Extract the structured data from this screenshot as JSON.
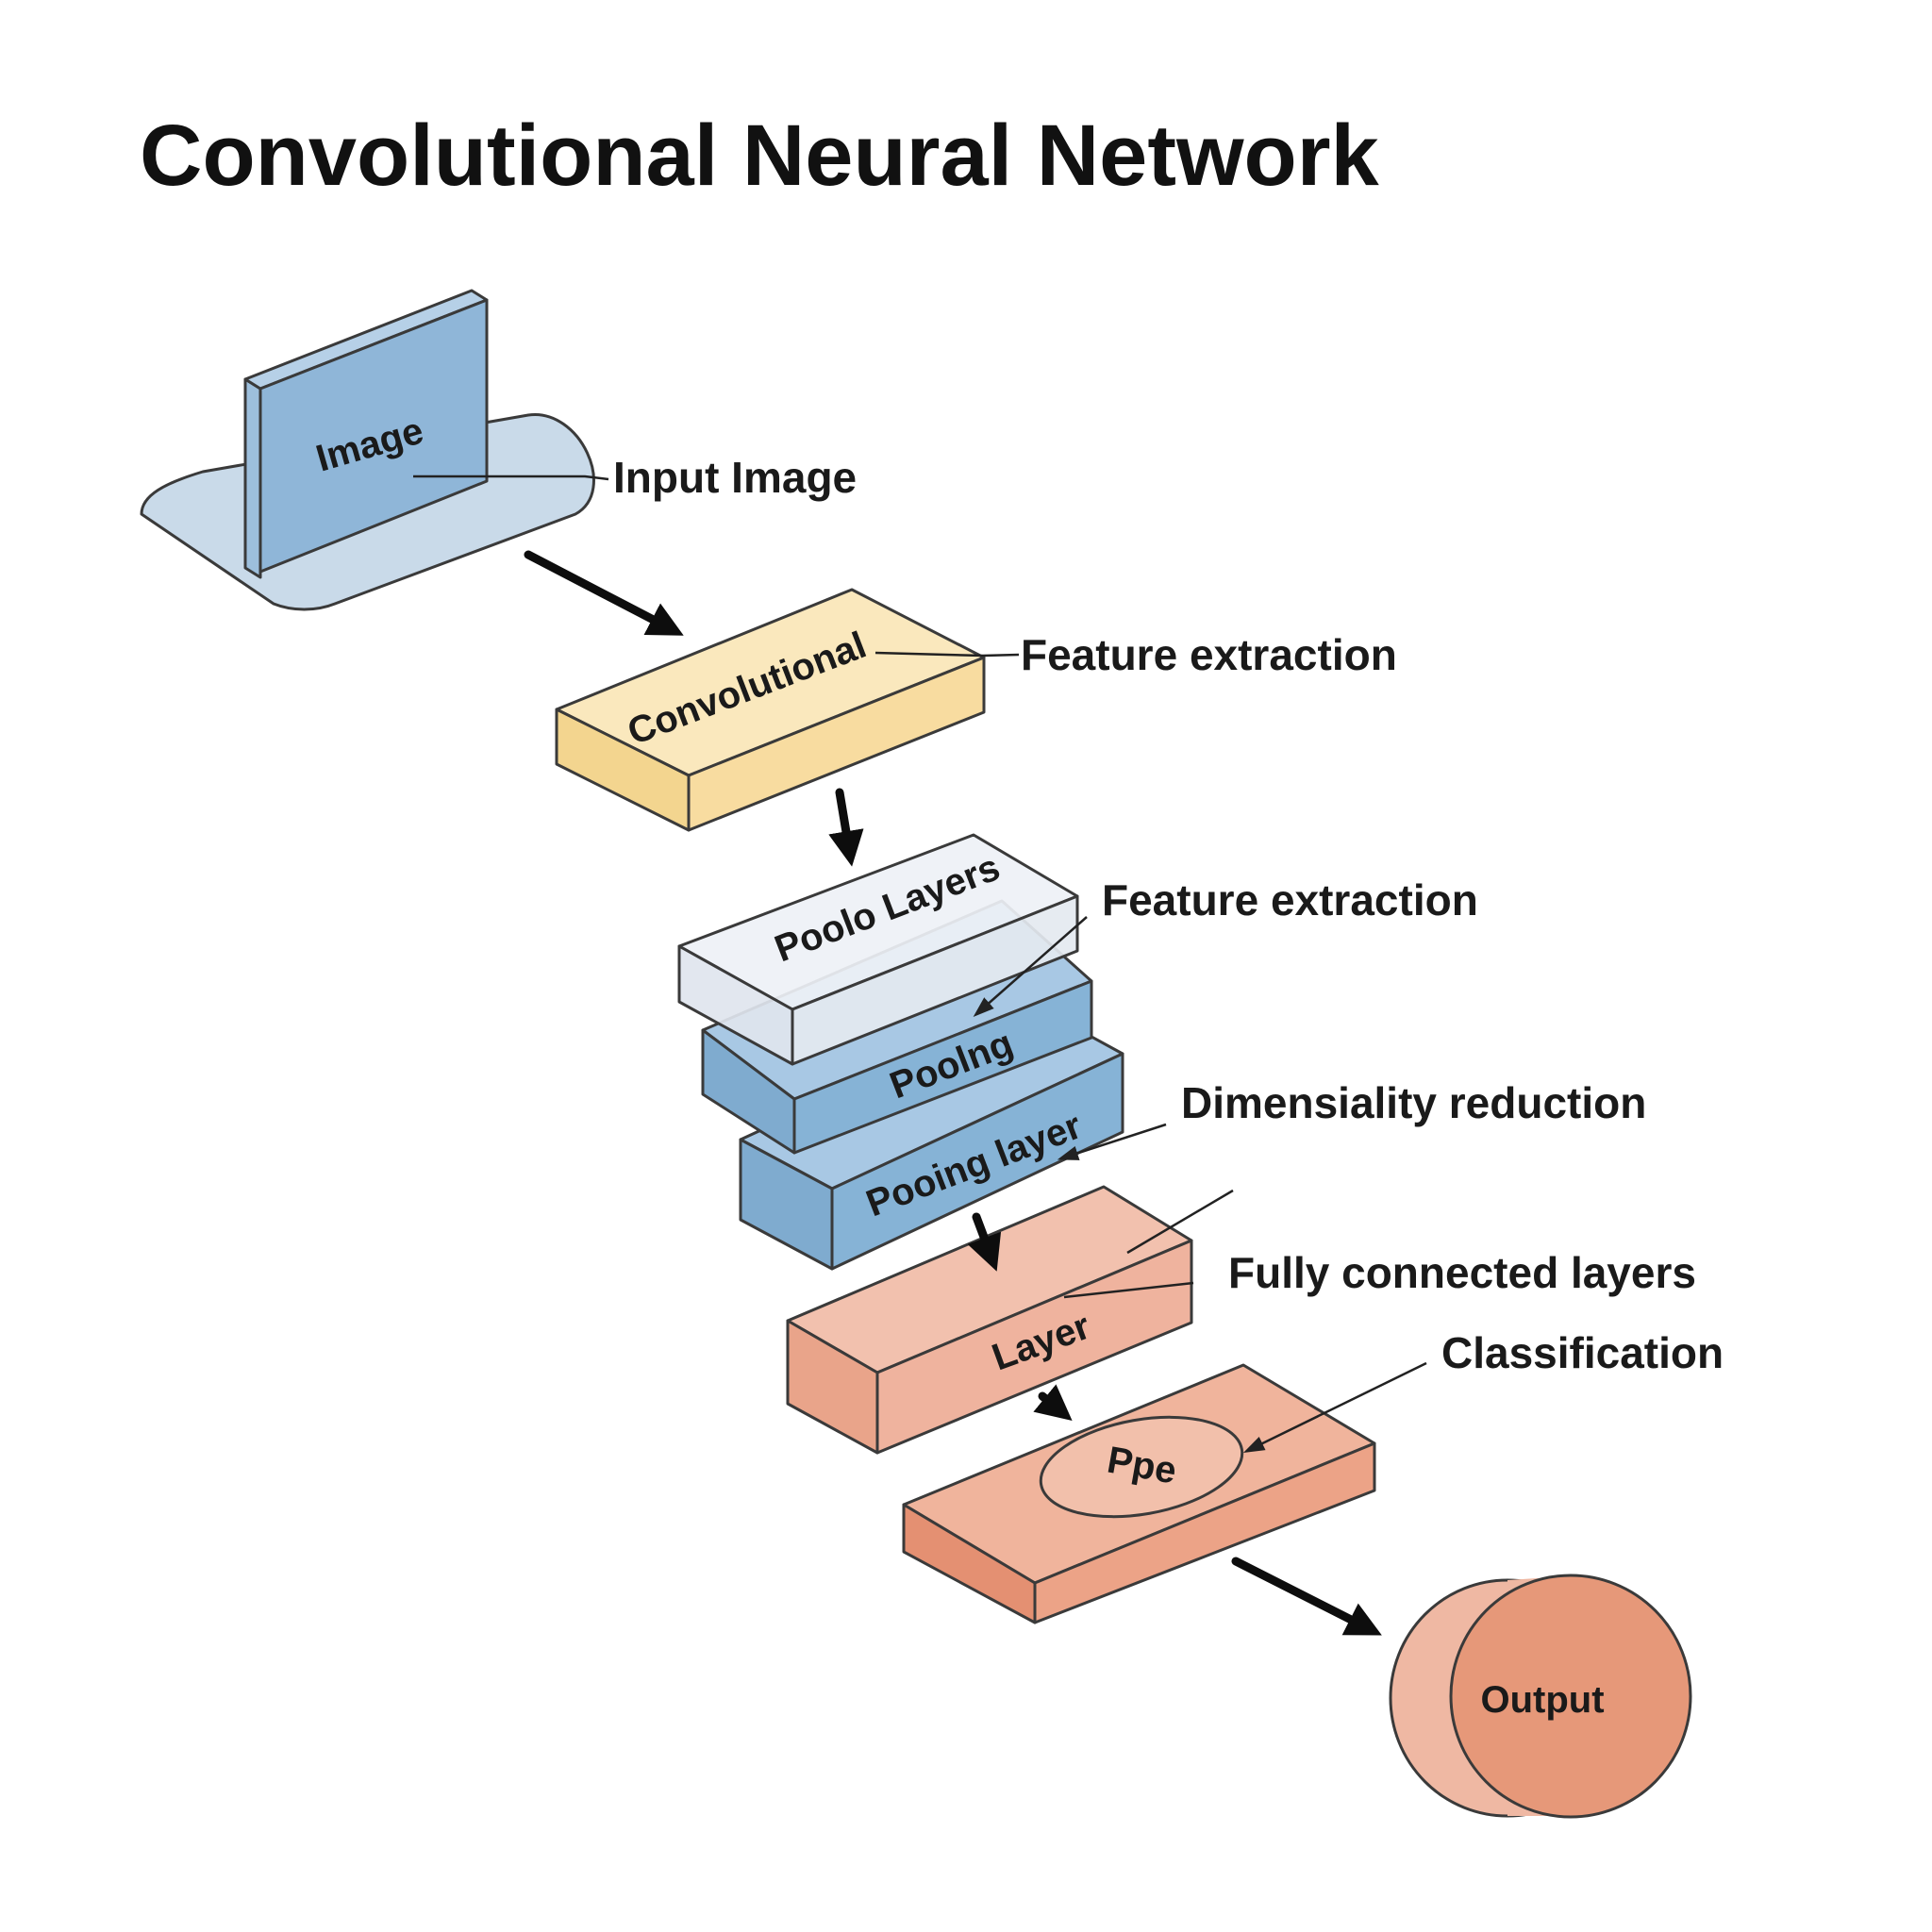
{
  "title": "Convolutional Neural Network",
  "blocks": {
    "image": "Image",
    "convolutional": "Convolutional",
    "poolo_layers": "Poolo Layers",
    "pooling": "Poolng",
    "pooling_layer": "Pooing layer",
    "layer": "Layer",
    "classifier": "Ppe",
    "output": "Output"
  },
  "annotations": {
    "input_image": "Input Image",
    "feature_extraction_1": "Feature extraction",
    "feature_extraction_2": "Feature extraction",
    "dimensionality_reduction": "Dimensiality reduction",
    "fully_connected": "Fully connected layers",
    "classification": "Classification"
  },
  "colors": {
    "image_blue": "#8fb6d8",
    "convolutional_yellow": "#f8dca0",
    "poolo_gray": "#e4e9f0",
    "pooling_blue": "#86b3d6",
    "layer_salmon": "#efb39e",
    "classifier_salmon": "#eca387",
    "output_salmon": "#e69879"
  }
}
